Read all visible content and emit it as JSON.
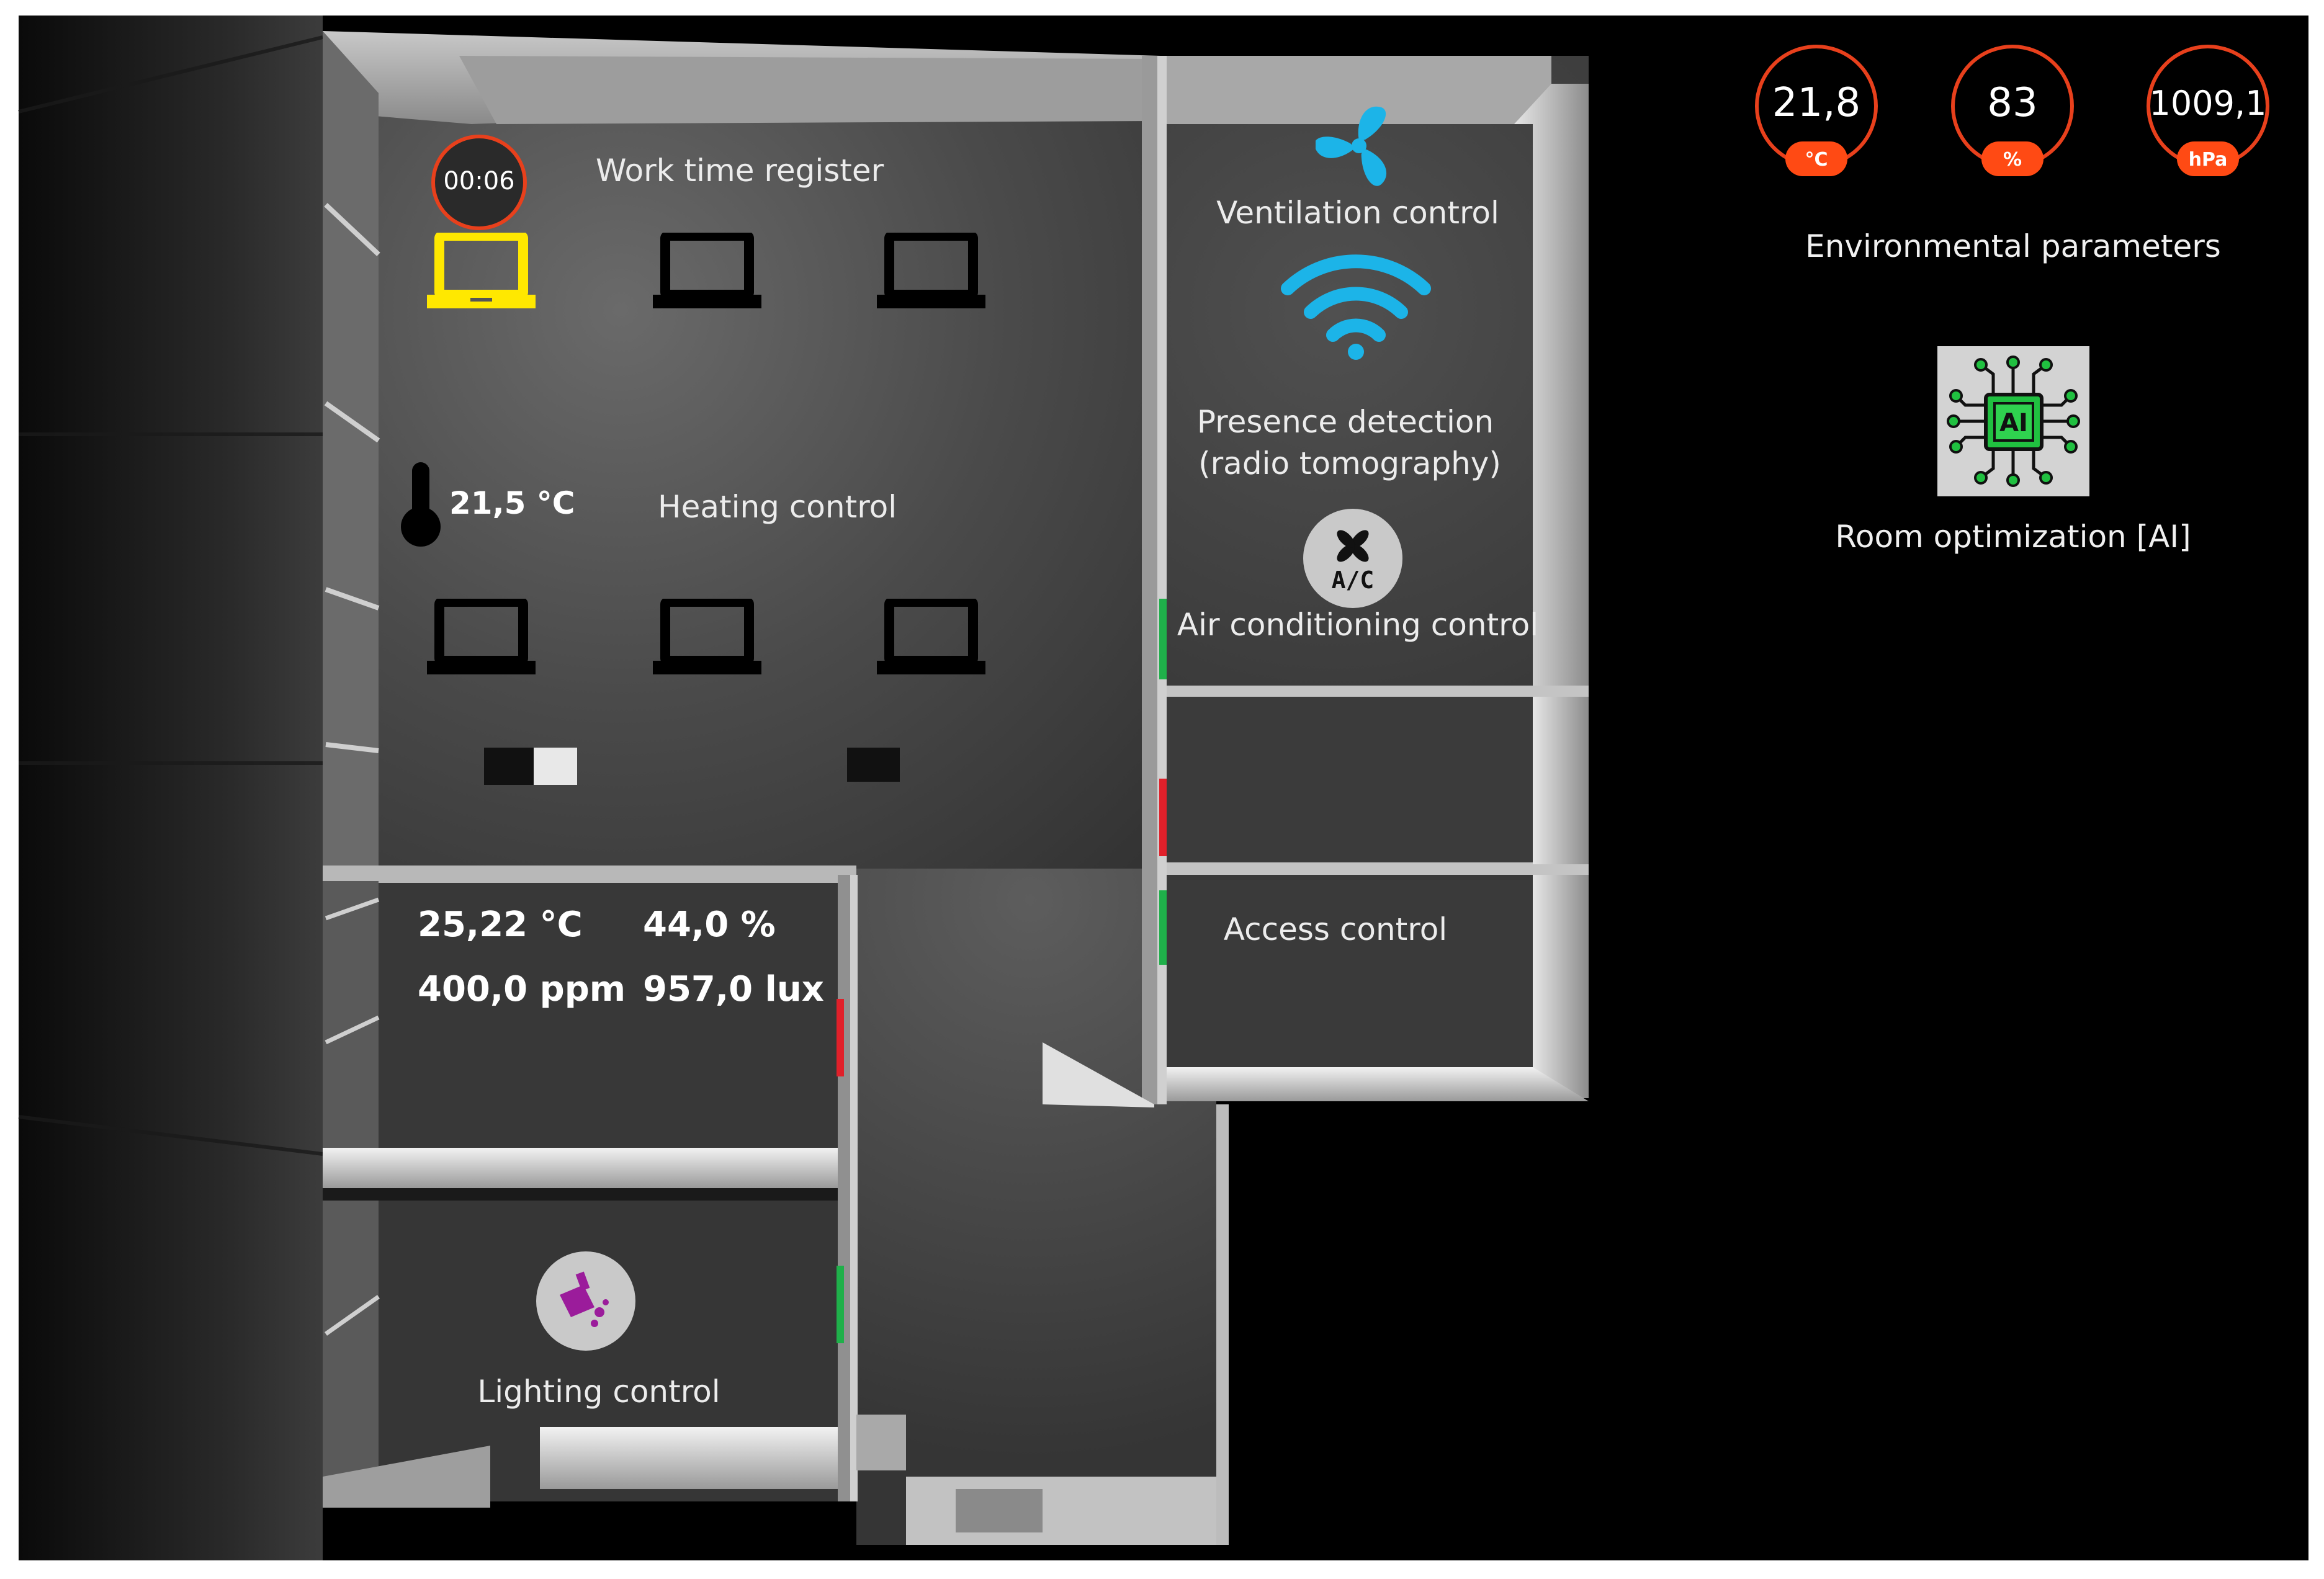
{
  "environment": {
    "title": "Environmental parameters",
    "gauges": [
      {
        "value": "21,8",
        "unit": "°C"
      },
      {
        "value": "83",
        "unit": "%"
      },
      {
        "value": "1009,1",
        "unit": "hPa"
      }
    ],
    "accent_color": "#e8401c"
  },
  "room_optimization": {
    "label": "Room optimization [AI]",
    "icon": "ai-chip-icon",
    "chip_text": "AI"
  },
  "work_time": {
    "timer": "00:06",
    "label": "Work time register"
  },
  "heating": {
    "temperature": "21,5 °C",
    "label": "Heating control"
  },
  "ventilation": {
    "label": "Ventilation control",
    "icon": "fan-icon"
  },
  "presence": {
    "label_line1": "Presence detection",
    "label_line2": "(radio tomography)",
    "icon": "wifi-icon"
  },
  "air_conditioning": {
    "label": "Air conditioning control",
    "icon": "ac-icon",
    "icon_text": "A/C"
  },
  "access": {
    "label": "Access control"
  },
  "sensors": {
    "temperature": "25,22 °C",
    "humidity": "44,0 %",
    "co2": "400,0 ppm",
    "illuminance": "957,0 lux"
  },
  "lighting": {
    "label": "Lighting control",
    "icon": "paint-bucket-icon"
  },
  "colors": {
    "active_laptop": "#ffe800",
    "door_green": "#1fb04a",
    "door_red": "#e0202a",
    "wifi": "#1cb4e8"
  }
}
